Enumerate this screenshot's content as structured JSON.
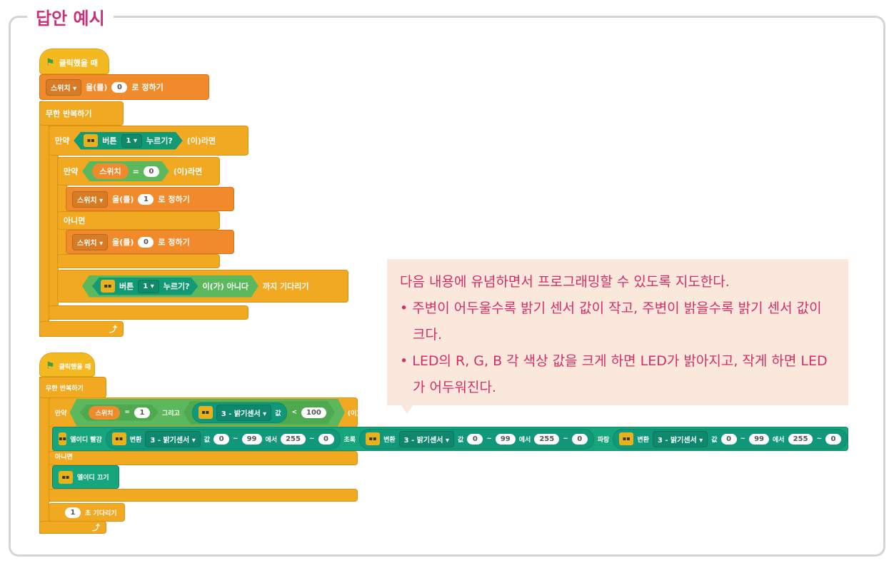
{
  "title": "답안 예시",
  "script1": {
    "hat": "클릭했을 때",
    "set0": {
      "var": "스위치",
      "mid": "을(를)",
      "value": "0",
      "end": "로 정하기"
    },
    "forever": "무한 반복하기",
    "if1": {
      "label": "만약",
      "sensor": "버튼",
      "button": "1",
      "pressed": "누르기?",
      "then": "(이)라면"
    },
    "if2": {
      "label": "만약",
      "var": "스위치",
      "eq": "=",
      "value": "0",
      "then": "(이)라면"
    },
    "set1": {
      "var": "스위치",
      "mid": "을(를)",
      "value": "1",
      "end": "로 정하기"
    },
    "else": "아니면",
    "set2": {
      "var": "스위치",
      "mid": "을(를)",
      "value": "0",
      "end": "로 정하기"
    },
    "waitUntil": {
      "sensor": "버튼",
      "button": "1",
      "pressed": "누르기?",
      "not": "이(가) 아니다",
      "end": "까지 기다리기"
    }
  },
  "script2": {
    "hat": "클릭했을 때",
    "forever": "무한 반복하기",
    "if": {
      "label": "만약",
      "var": "스위치",
      "eq": "=",
      "value": "1",
      "and": "그리고",
      "sensor": "3 - 밝기센서",
      "val": "값",
      "lt": "<",
      "threshold": "100",
      "then": "(이)라면"
    },
    "led": {
      "label": "엘이디 빨강",
      "green": "초록",
      "blue": "파랑",
      "convert": "변환",
      "sensor": "3 - 밝기센서",
      "val": "값",
      "from1": "0",
      "tilde": "~",
      "to1": "99",
      "in": "에서",
      "from2": "255",
      "to2": "0"
    },
    "else": "아니면",
    "ledOff": "엘이디 끄기",
    "wait": {
      "value": "1",
      "end": "초 기다리기"
    }
  },
  "note": {
    "intro": "다음 내용에 유념하면서 프로그래밍할 수 있도록 지도한다.",
    "items": [
      "주변이 어두울수록 밝기 센서 값이 작고, 주변이 밝을수록 밝기 센서 값이 크다.",
      "LED의 R, G, B 각 색상 값을 크게 하면 LED가 밝아지고, 작게 하면 LED가 어두워진다."
    ]
  },
  "colors": {
    "events": "#f4b920",
    "control": "#f2a922",
    "variables": "#f08a2a",
    "extension": "#17a57e",
    "operators": "#5cb85c",
    "accent": "#c8307a"
  }
}
